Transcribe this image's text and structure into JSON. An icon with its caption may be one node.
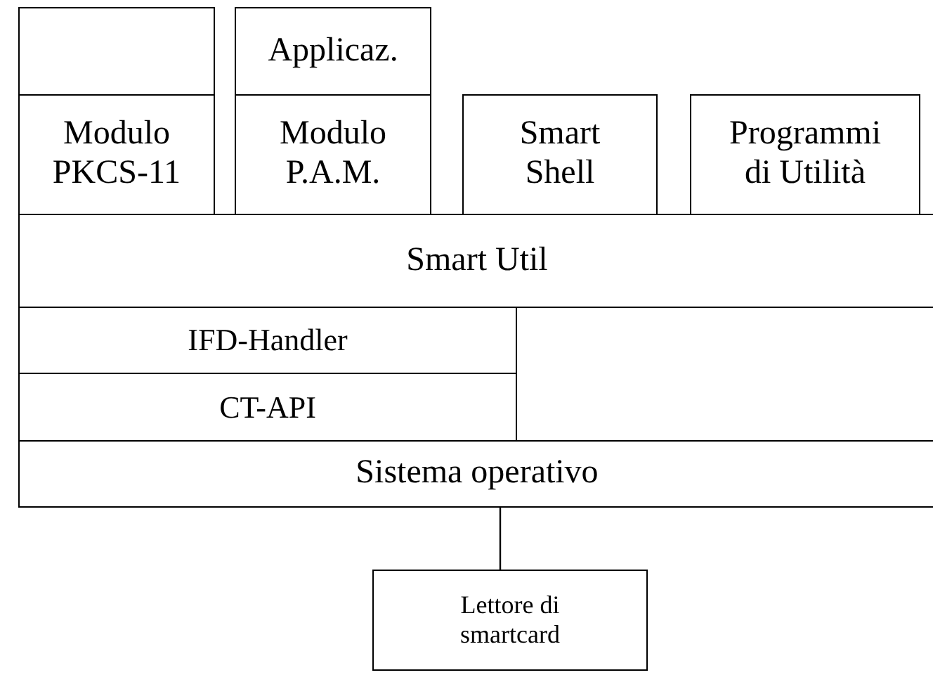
{
  "diagram": {
    "nodes": [
      {
        "text": [],
        "shape": "box"
      },
      {
        "text": [
          "Applicaz."
        ]
      },
      {
        "text": [
          "Modulo PKCS-11"
        ]
      },
      {
        "text": [
          "Modulo P.A.M."
        ]
      },
      {
        "text": [
          "Smart Shell"
        ]
      },
      {
        "text": [
          "Programmi di Utilità"
        ]
      },
      {
        "text": [
          "Smart Util"
        ]
      },
      {
        "text": [
          "IFD-Handler"
        ]
      },
      {
        "text": [
          "CT-API"
        ]
      },
      {
        "text": [
          "Sistema operativo"
        ]
      },
      {
        "text": [
          "Lettore di smartcard"
        ]
      }
    ],
    "edges": [
      {
        "from": 9,
        "to": 10,
        "arrow": "none"
      }
    ]
  }
}
